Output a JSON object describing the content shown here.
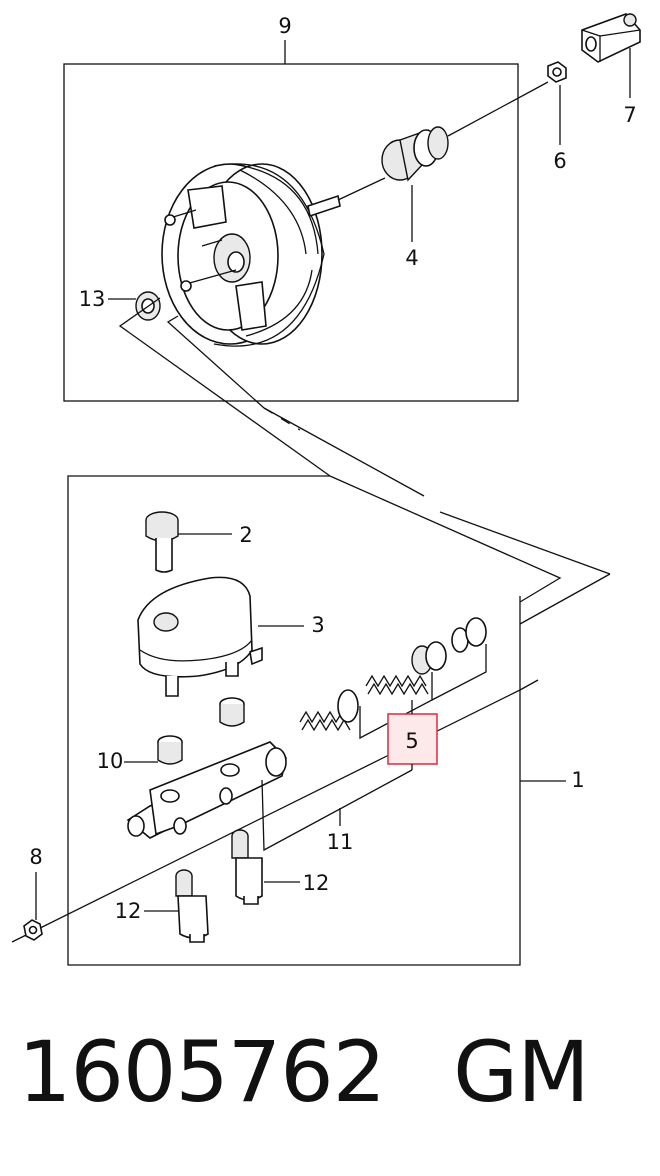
{
  "callouts": {
    "c1": "1",
    "c2": "2",
    "c3": "3",
    "c4": "4",
    "c5": "5",
    "c6": "6",
    "c7": "7",
    "c8": "8",
    "c9": "9",
    "c10": "10",
    "c11": "11",
    "c12a": "12",
    "c12b": "12",
    "c13": "13"
  },
  "highlight": {
    "label": "5",
    "color": "#e53344",
    "fill": "#fde8ea"
  },
  "footer": {
    "part_number": "1605762",
    "brand": "GM"
  }
}
